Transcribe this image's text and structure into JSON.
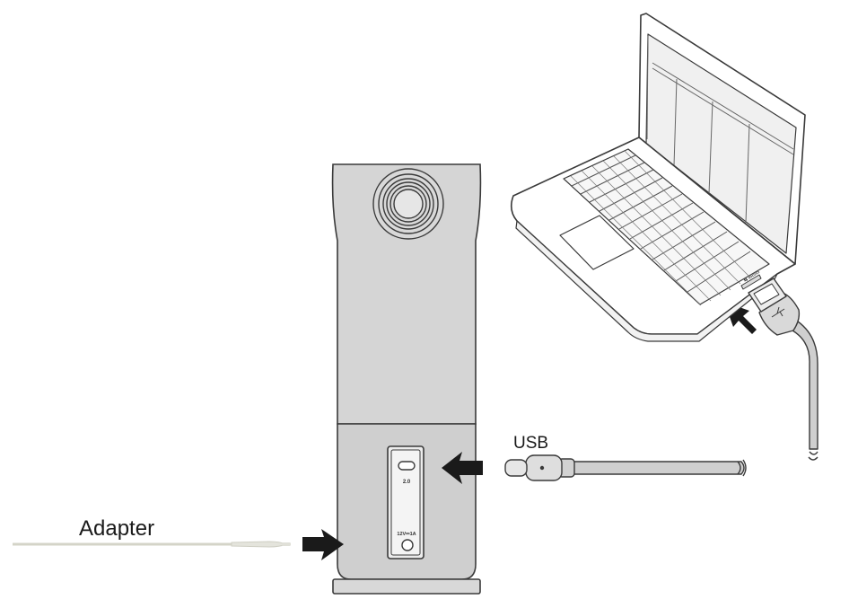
{
  "labels": {
    "usb": "USB",
    "adapter": "Adapter"
  },
  "port_panel": {
    "usb_port_text": "2.0",
    "power_port_text": "12V⎓1A"
  },
  "laptop": {
    "side_port_text": "⇆ ▭▭▭"
  },
  "colors": {
    "device_body": "#d5d5d5",
    "device_lower": "#cfcfcf",
    "outline": "#3a3a3a",
    "arrow": "#1a1a1a",
    "laptop_body": "#ffffff",
    "screen": "#eeeeee",
    "cable": "#cfcfcf"
  },
  "icons": [
    "arrow-right-icon",
    "arrow-upleft-icon",
    "usb-symbol-icon"
  ]
}
